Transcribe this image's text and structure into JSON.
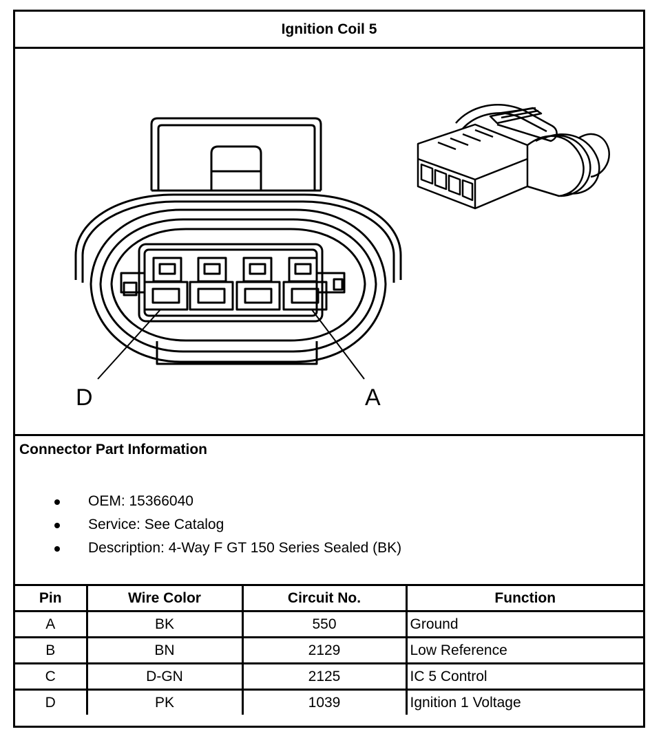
{
  "title": "Ignition Coil 5",
  "diagram": {
    "pin_labels": {
      "left": "D",
      "right": "A"
    }
  },
  "connector_info": {
    "heading": "Connector Part Information",
    "items": [
      "OEM: 15366040",
      "Service: See Catalog",
      "Description: 4-Way F GT 150 Series Sealed (BK)"
    ]
  },
  "pin_table": {
    "headers": [
      "Pin",
      "Wire Color",
      "Circuit No.",
      "Function"
    ],
    "rows": [
      [
        "A",
        "BK",
        "550",
        "Ground"
      ],
      [
        "B",
        "BN",
        "2129",
        "Low Reference"
      ],
      [
        "C",
        "D-GN",
        "2125",
        "IC 5 Control"
      ],
      [
        "D",
        "PK",
        "1039",
        "Ignition 1 Voltage"
      ]
    ]
  }
}
